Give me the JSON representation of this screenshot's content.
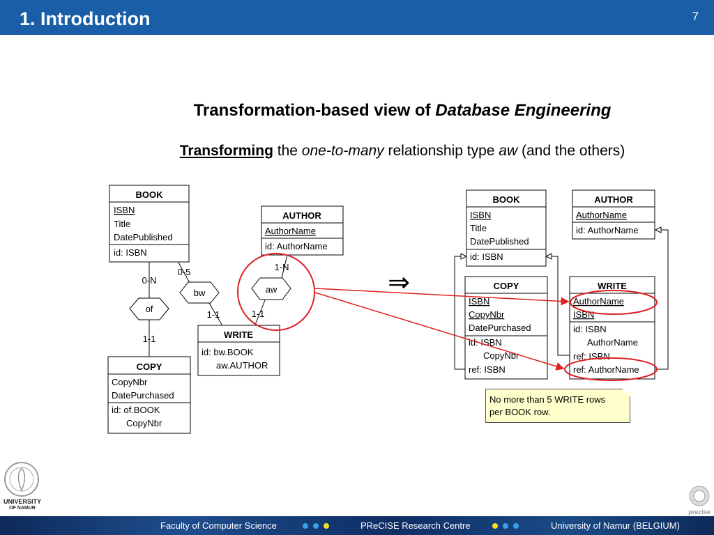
{
  "slide": {
    "title": "1. Introduction",
    "page_number": "7"
  },
  "heading": {
    "text_plain": "Transformation-based view of ",
    "text_italic": "Database Engineering"
  },
  "subheading": {
    "transforming": "Transforming",
    "the": " the ",
    "one_to_many": "one-to-many",
    "rel_type": " relationship type ",
    "aw": "aw",
    "rest": " (and the others)"
  },
  "left_schema": {
    "book": {
      "name": "BOOK",
      "attributes": [
        "ISBN",
        "Title",
        "DatePublished"
      ],
      "identifier": "id: ISBN"
    },
    "author": {
      "name": "AUTHOR",
      "attributes": [
        "AuthorName"
      ],
      "identifier": "id: AuthorName"
    },
    "write": {
      "name": "WRITE",
      "identifier_line1": "id: bw.BOOK",
      "identifier_line2": "aw.AUTHOR"
    },
    "copy": {
      "name": "COPY",
      "attributes": [
        "CopyNbr",
        "DatePurchased"
      ],
      "identifier_line1": "id: of.BOOK",
      "identifier_line2": "CopyNbr"
    },
    "rel_of": {
      "name": "of",
      "card_book": "0-N",
      "card_copy": "1-1"
    },
    "rel_bw": {
      "name": "bw",
      "card_book": "0-5",
      "card_write": "1-1"
    },
    "rel_aw": {
      "name": "aw",
      "card_author": "1-N",
      "card_write": "1-1"
    }
  },
  "arrow_symbol": "⇒",
  "right_schema": {
    "book": {
      "name": "BOOK",
      "attributes": [
        "ISBN",
        "Title",
        "DatePublished"
      ],
      "identifier": "id: ISBN"
    },
    "author": {
      "name": "AUTHOR",
      "attributes": [
        "AuthorName"
      ],
      "identifier": "id: AuthorName"
    },
    "copy": {
      "name": "COPY",
      "attributes": [
        "ISBN",
        "CopyNbr",
        "DatePurchased"
      ],
      "identifier_line1": "id: ISBN",
      "identifier_line2": "CopyNbr",
      "ref": "ref: ISBN"
    },
    "write": {
      "name": "WRITE",
      "attributes": [
        "AuthorName",
        "ISBN"
      ],
      "identifier_line1": "id: ISBN",
      "identifier_line2": "AuthorName",
      "ref1": "ref: ISBN",
      "ref2": "ref: AuthorName"
    }
  },
  "note": {
    "line1": "No more than 5 WRITE rows",
    "line2": "per BOOK row."
  },
  "footer": {
    "faculty": "Faculty of Computer Science",
    "centre": "PReCISE Research Centre",
    "university": "University of Namur (BELGIUM)",
    "logo_left_line1": "UNIVERSITY",
    "logo_left_line2": "OF NAMUR",
    "logo_right": "precise"
  },
  "colors": {
    "header_blue": "#1a5ea8",
    "highlight_red": "#e02020",
    "note_yellow": "#ffffcc",
    "dot_blue": "#3aa0e8",
    "dot_yellow": "#f0e020"
  }
}
